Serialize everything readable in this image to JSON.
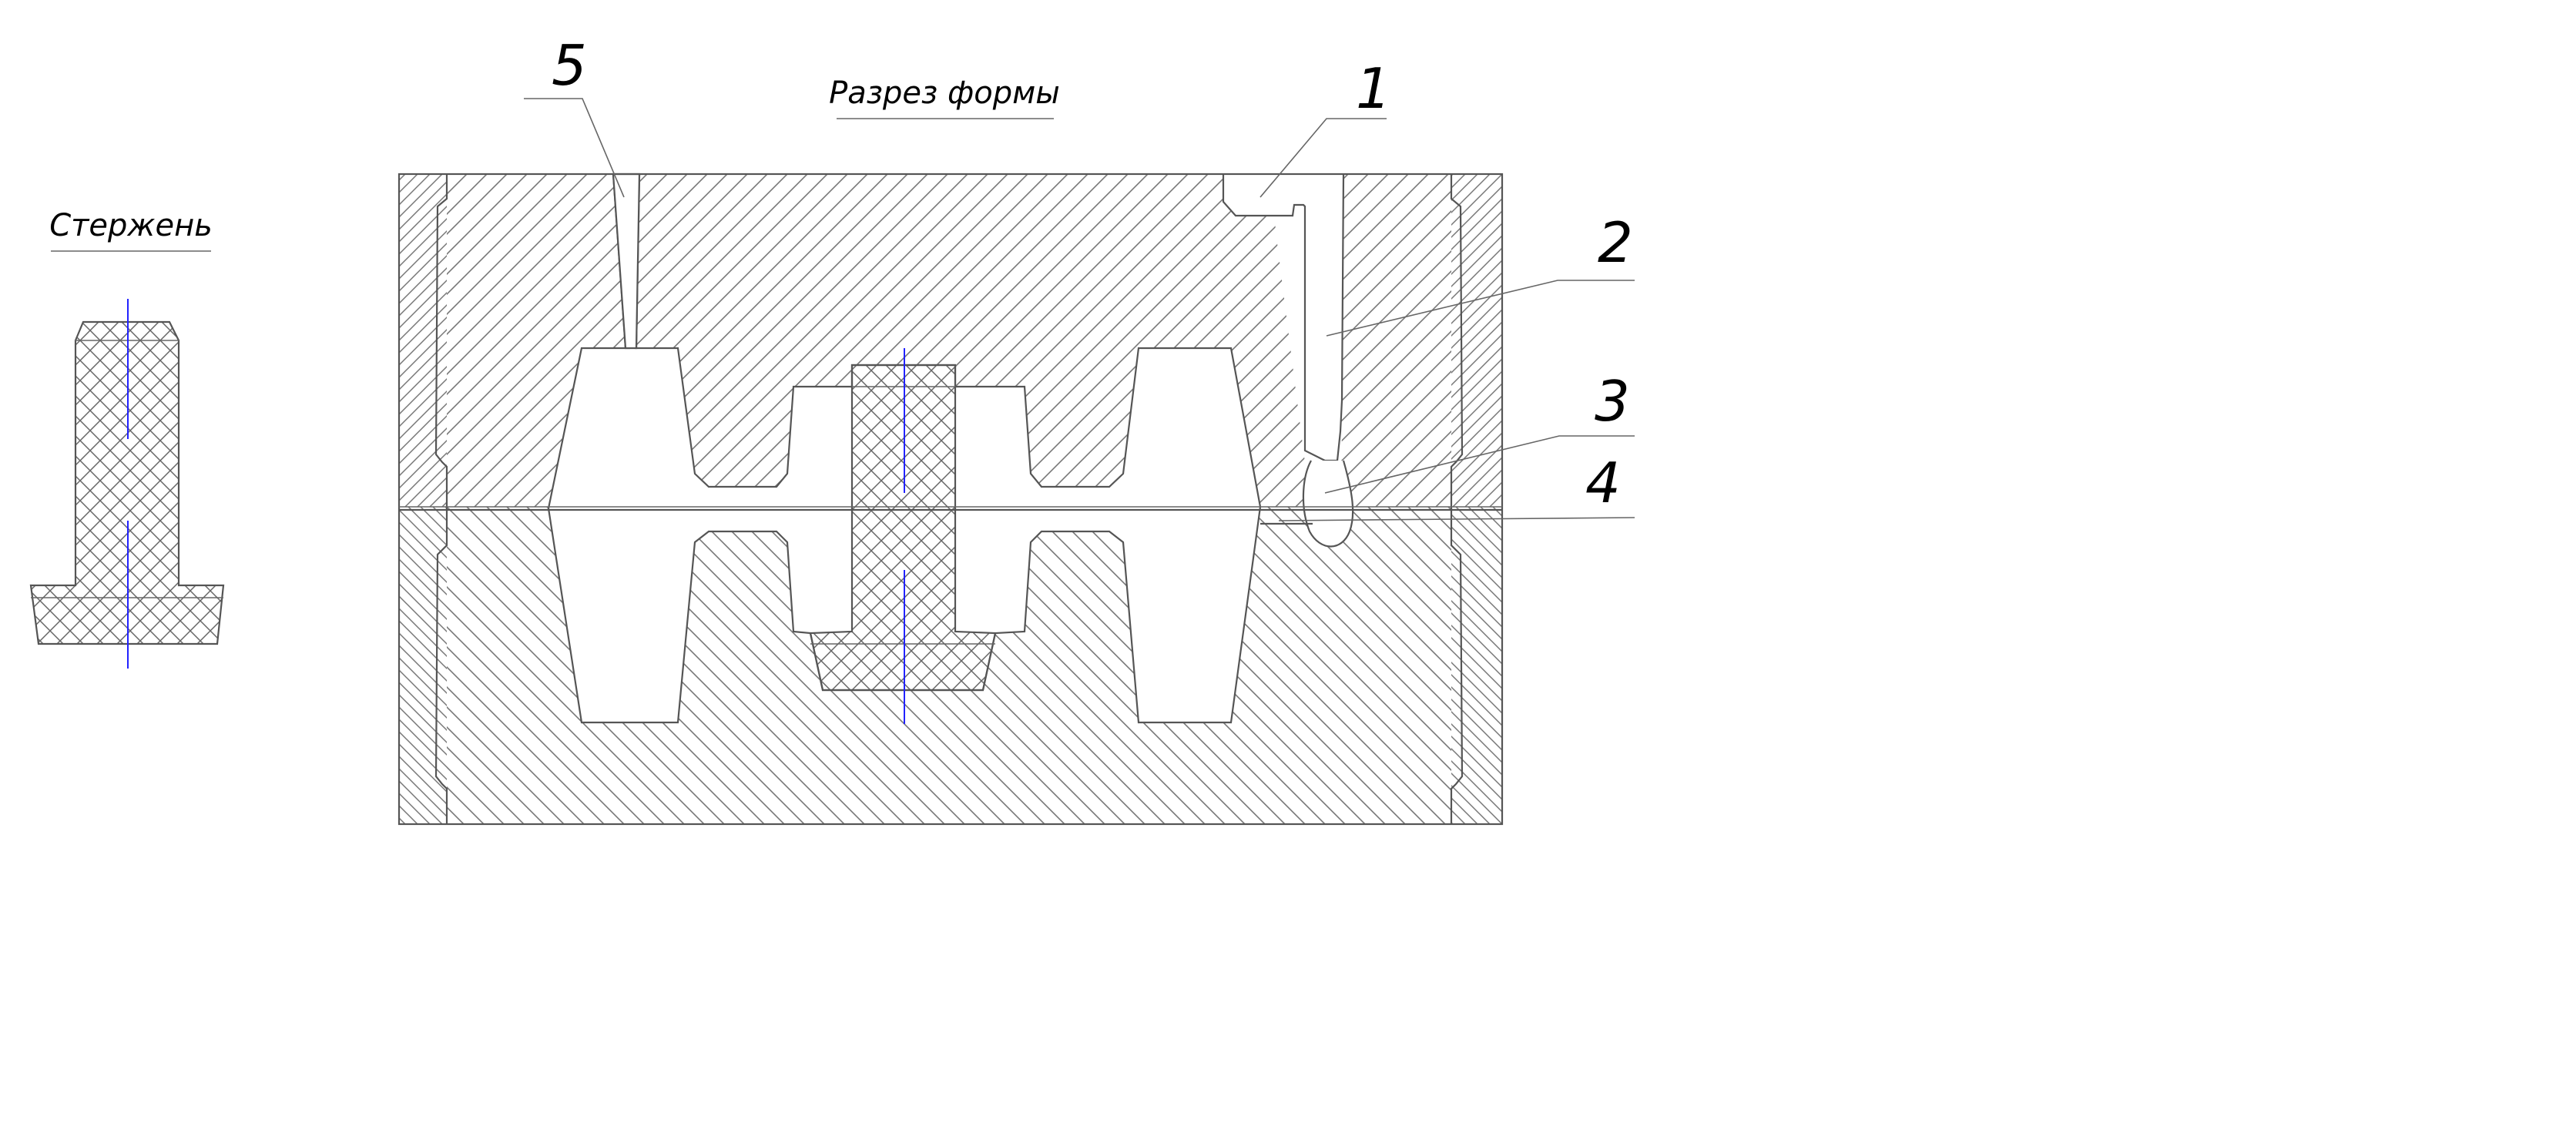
{
  "labels": {
    "core_title": "Стержень",
    "section_title": "Разрез формы",
    "callouts": [
      "1",
      "2",
      "3",
      "4",
      "5"
    ]
  },
  "colors": {
    "line": "#555555",
    "hatch": "#777777",
    "axis": "#2222ff",
    "background": "#ffffff"
  }
}
